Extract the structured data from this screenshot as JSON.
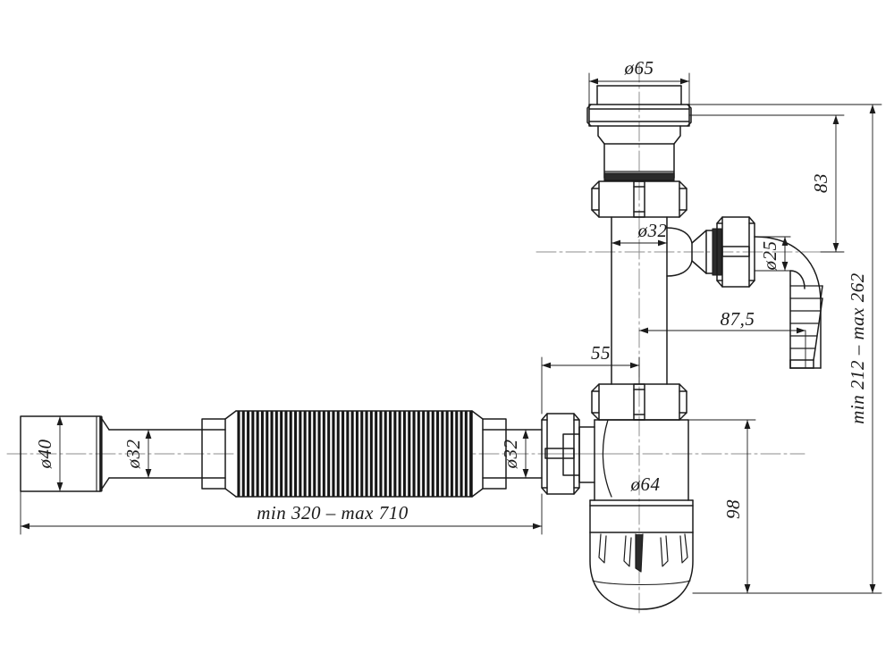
{
  "drawing": {
    "type": "engineering-dimension-drawing",
    "subject": "sink bottle trap siphon assembly with flexible corrugated outlet pipe and washing machine inlet",
    "line_color": "#1b1b1b",
    "background_color": "#ffffff",
    "dimension_units": "mm"
  },
  "dimensions": {
    "flange_diameter": "ø65",
    "outlet_pipe_diameter_top": "ø32",
    "height_to_branch": "83",
    "branch_hose_diameter": "ø25",
    "branch_offset": "87,5",
    "total_height_range": "min 212 – max 262",
    "center_offset": "55",
    "inlet_socket_diameter": "ø40",
    "pipe_diameter_left": "ø32",
    "pipe_diameter_right": "ø32",
    "length_range": "min 320 – max 710",
    "bowl_diameter": "ø64",
    "bowl_height": "98"
  },
  "labels": [
    {
      "id": "flange-dia",
      "text": "ø65"
    },
    {
      "id": "top-pipe-dia",
      "text": "ø32"
    },
    {
      "id": "branch-height",
      "text": "83"
    },
    {
      "id": "branch-hose-dia",
      "text": "ø25"
    },
    {
      "id": "branch-offset",
      "text": "87,5"
    },
    {
      "id": "total-height",
      "text": "min 212 – max 262"
    },
    {
      "id": "center-offset",
      "text": "55"
    },
    {
      "id": "socket-dia",
      "text": "ø40"
    },
    {
      "id": "left-pipe-dia",
      "text": "ø32"
    },
    {
      "id": "right-pipe-dia",
      "text": "ø32"
    },
    {
      "id": "total-length",
      "text": "min 320 – max 710"
    },
    {
      "id": "bowl-dia",
      "text": "ø64"
    },
    {
      "id": "bowl-height",
      "text": "98"
    }
  ]
}
